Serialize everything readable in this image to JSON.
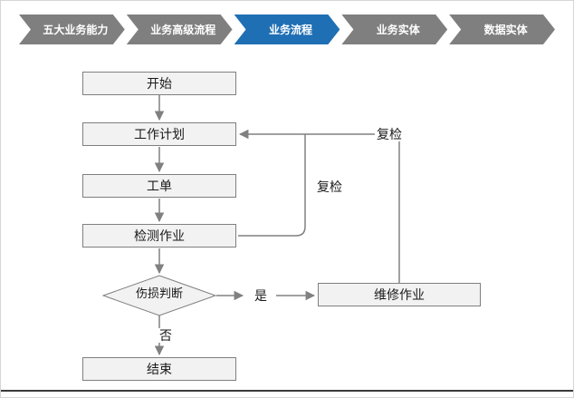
{
  "nav": {
    "items": [
      {
        "label": "五大业务能力",
        "active": false
      },
      {
        "label": "业务高级流程",
        "active": false
      },
      {
        "label": "业务流程",
        "active": true
      },
      {
        "label": "业务实体",
        "active": false
      },
      {
        "label": "数据实体",
        "active": false
      }
    ],
    "colors": {
      "inactive": "#7F7F7F",
      "active": "#1F6FB5",
      "text": "#FFFFFF"
    }
  },
  "flowchart": {
    "nodes": [
      {
        "id": "start",
        "label": "开始",
        "type": "process"
      },
      {
        "id": "work-plan",
        "label": "工作计划",
        "type": "process"
      },
      {
        "id": "work-order",
        "label": "工单",
        "type": "process"
      },
      {
        "id": "inspection-job",
        "label": "检测作业",
        "type": "process"
      },
      {
        "id": "damage-judgment",
        "label": "伤损判断",
        "type": "decision"
      },
      {
        "id": "repair-job",
        "label": "维修作业",
        "type": "process"
      },
      {
        "id": "end",
        "label": "结束",
        "type": "process"
      }
    ],
    "edge_labels": {
      "yes": "是",
      "no": "否",
      "recheck_inner": "复检",
      "recheck_outer": "复检"
    },
    "colors": {
      "node_fill": "#F2F2F2",
      "node_border": "#7F7F7F",
      "arrow": "#808080"
    }
  }
}
